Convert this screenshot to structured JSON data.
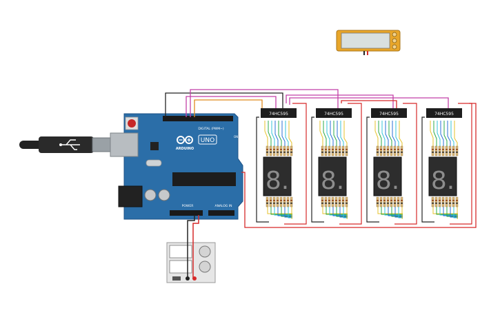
{
  "arduino": {
    "brand": "ARDUINO",
    "model": "UNO",
    "digital_label": "DIGITAL (PWM~)",
    "power_label": "POWER",
    "analog_label": "ANALOG IN",
    "on_label": "ON",
    "board_color": "#2b6ea8"
  },
  "chips": [
    {
      "label": "74HC595"
    },
    {
      "label": "74HC595"
    },
    {
      "label": "74HC595"
    },
    {
      "label": "74HC595"
    }
  ],
  "displays": [
    {
      "digit": "8."
    },
    {
      "digit": "8."
    },
    {
      "digit": "8."
    },
    {
      "digit": "8."
    }
  ],
  "wire_colors": {
    "magenta": "#c23fa6",
    "orange": "#e08a1e",
    "black": "#222222",
    "red": "#d62828",
    "green": "#2aa84a",
    "blue": "#2a6fd6",
    "cyan": "#33c3d8",
    "yellow": "#e6c229"
  }
}
